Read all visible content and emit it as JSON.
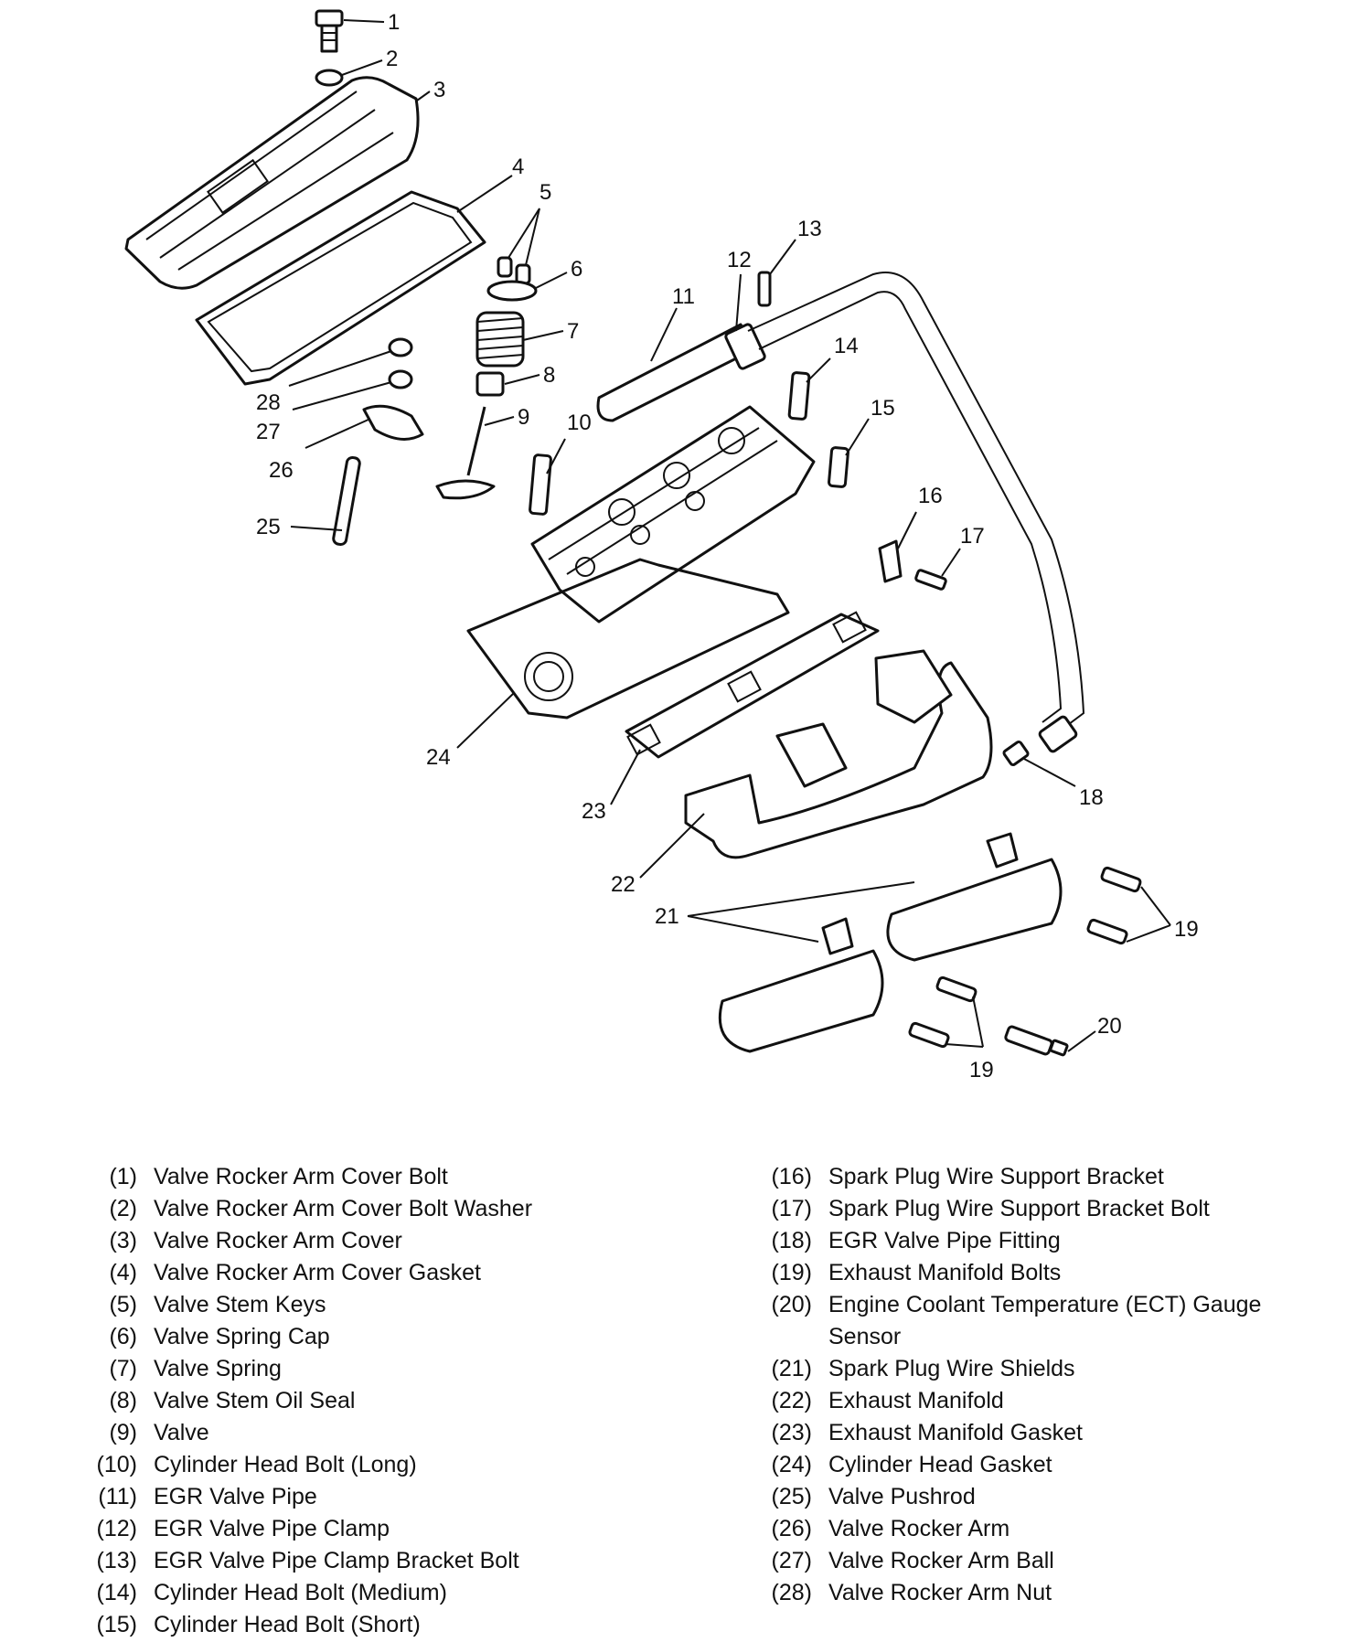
{
  "callouts": [
    "1",
    "2",
    "3",
    "4",
    "5",
    "6",
    "7",
    "8",
    "9",
    "10",
    "11",
    "12",
    "13",
    "14",
    "15",
    "16",
    "17",
    "18",
    "19",
    "19",
    "20",
    "21",
    "22",
    "23",
    "24",
    "25",
    "26",
    "27",
    "28"
  ],
  "legend": {
    "left": [
      {
        "num": "(1)",
        "text": "Valve Rocker Arm Cover Bolt"
      },
      {
        "num": "(2)",
        "text": "Valve Rocker Arm Cover Bolt Washer"
      },
      {
        "num": "(3)",
        "text": "Valve Rocker Arm Cover"
      },
      {
        "num": "(4)",
        "text": "Valve Rocker Arm Cover Gasket"
      },
      {
        "num": "(5)",
        "text": "Valve Stem Keys"
      },
      {
        "num": "(6)",
        "text": "Valve Spring Cap"
      },
      {
        "num": "(7)",
        "text": "Valve Spring"
      },
      {
        "num": "(8)",
        "text": "Valve Stem Oil Seal"
      },
      {
        "num": "(9)",
        "text": "Valve"
      },
      {
        "num": "(10)",
        "text": "Cylinder Head Bolt (Long)"
      },
      {
        "num": "(11)",
        "text": "EGR Valve Pipe"
      },
      {
        "num": "(12)",
        "text": "EGR Valve Pipe Clamp"
      },
      {
        "num": "(13)",
        "text": "EGR Valve Pipe Clamp Bracket Bolt"
      },
      {
        "num": "(14)",
        "text": "Cylinder Head Bolt (Medium)"
      },
      {
        "num": "(15)",
        "text": "Cylinder Head Bolt (Short)"
      }
    ],
    "right": [
      {
        "num": "(16)",
        "text": "Spark Plug Wire Support Bracket"
      },
      {
        "num": "(17)",
        "text": "Spark Plug Wire Support Bracket Bolt"
      },
      {
        "num": "(18)",
        "text": "EGR Valve Pipe Fitting"
      },
      {
        "num": "(19)",
        "text": "Exhaust Manifold Bolts"
      },
      {
        "num": "(20)",
        "text": "Engine Coolant Temperature (ECT) Gauge Sensor"
      },
      {
        "num": "(21)",
        "text": "Spark Plug Wire Shields"
      },
      {
        "num": "(22)",
        "text": "Exhaust Manifold"
      },
      {
        "num": "(23)",
        "text": "Exhaust Manifold Gasket"
      },
      {
        "num": "(24)",
        "text": "Cylinder Head Gasket"
      },
      {
        "num": "(25)",
        "text": "Valve Pushrod"
      },
      {
        "num": "(26)",
        "text": "Valve Rocker Arm"
      },
      {
        "num": "(27)",
        "text": "Valve Rocker Arm Ball"
      },
      {
        "num": "(28)",
        "text": "Valve Rocker Arm Nut"
      }
    ]
  }
}
